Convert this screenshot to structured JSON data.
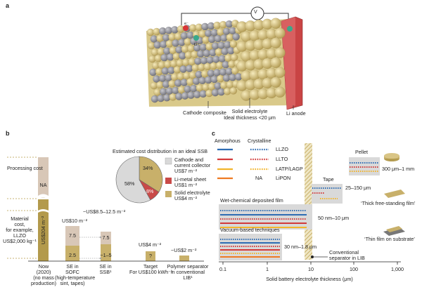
{
  "panel_a": {
    "label": "a",
    "voltmeter": "V",
    "ion_minus": "e⁻",
    "ion_li": "Li⁺",
    "cathode_label": "Cathode composite",
    "electrolyte_label_1": "Solid electrolyte",
    "electrolyte_label_2": "Ideal thickness <20 μm",
    "anode_label": "Li anode",
    "colors": {
      "cathode": "#8d8d95",
      "electrolyte": "#d8c27a",
      "anode": "#cc4a4a"
    }
  },
  "panel_b": {
    "label": "b",
    "processing_cost": "Processing cost",
    "material_cost": [
      "Material",
      "cost,",
      "for example,",
      "LLZO",
      "US$2,000 kg⁻¹"
    ],
    "now_bar": {
      "na": "NA",
      "value": "US$204 m⁻²"
    },
    "sofc": {
      "top": "US$10 m⁻²",
      "upper": "7.5",
      "lower": "2.5"
    },
    "ssb": {
      "top": "~US$8.5–12.5 m⁻²",
      "upper": "7.5",
      "lower": "~1–5"
    },
    "target": {
      "top": "US$4 m⁻²",
      "mark": "?"
    },
    "polymer": {
      "top": "~US$2 m⁻²"
    },
    "x_labels": [
      [
        "Now",
        "(2020)",
        "(no mass",
        "production)"
      ],
      [
        "SE in",
        "SOFC",
        "(high-temperature",
        "sint, tapes)"
      ],
      [
        "SE in",
        "SSB¹"
      ],
      [
        "Target",
        "For US$100 kWh⁻¹"
      ],
      [
        "Polymer separator",
        "in conventional",
        "LIB¹"
      ]
    ],
    "pie": {
      "title": "Estimated cost distribution in an ideal SSB",
      "slices": [
        {
          "label": "58%",
          "value": 58,
          "color": "#d9d9d9"
        },
        {
          "label": "8%",
          "value": 8,
          "color": "#c94a48"
        },
        {
          "label": "34%",
          "value": 34,
          "color": "#c8b06a"
        }
      ],
      "legend": [
        {
          "lines": [
            "Cathode and",
            "current collector",
            "US$7 m⁻²"
          ],
          "color": "#d9d9d9"
        },
        {
          "lines": [
            "Li-metal sheet",
            "US$1 m⁻²"
          ],
          "color": "#c94a48"
        },
        {
          "lines": [
            "Solid electrolyte",
            "US$4 m⁻²"
          ],
          "color": "#c8b06a"
        }
      ]
    }
  },
  "panel_c": {
    "label": "c",
    "amorphous": "Amorphous",
    "crystalline": "Crystalline",
    "legend": [
      {
        "name": "LLZO",
        "color": "#2f6db3"
      },
      {
        "name": "LLTO",
        "color": "#d23a3a"
      },
      {
        "name": "LATP/LAGP",
        "color": "#f2b52b"
      },
      {
        "name": "LiPON",
        "color": "#ee7a22",
        "na": "NA"
      }
    ],
    "groups": [
      {
        "title": "Pellet",
        "range": "300 μm–1 mm",
        "desc": "‘Thick free-standing film’"
      },
      {
        "title": "Tape",
        "range": "25–150 μm"
      },
      {
        "title": "Wet-chemical deposited film",
        "range": "50 nm–10 μm"
      },
      {
        "title": "Vacuum-based techniques",
        "range": "30 nm–1.8 μm",
        "desc": "‘Thin film on substrate’"
      }
    ],
    "separator": [
      "Conventional",
      "separator in LIB"
    ],
    "x_ticks": [
      "0.1",
      "1",
      "10",
      "100",
      "1,000"
    ],
    "x_label": "Solid battery electrolyte thickness (μm)"
  }
}
